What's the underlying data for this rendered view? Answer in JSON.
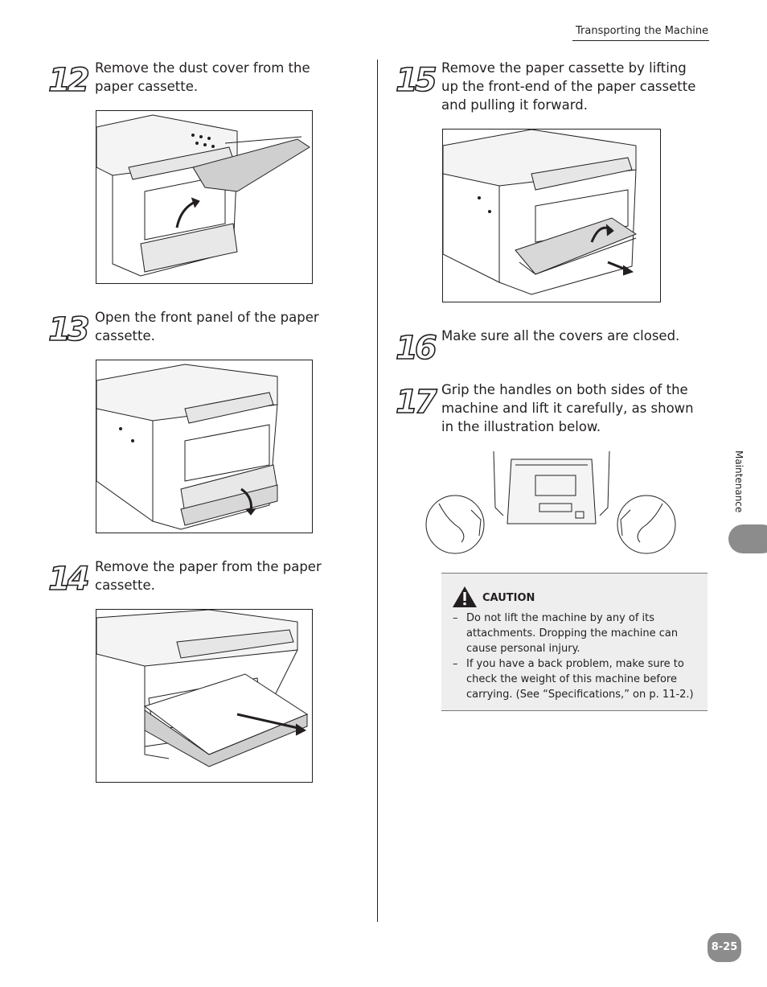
{
  "header": {
    "title": "Transporting the Machine"
  },
  "side_tab": {
    "label": "Maintenance"
  },
  "steps": [
    {
      "number": "12",
      "text": "Remove the dust cover from the paper cassette."
    },
    {
      "number": "13",
      "text": "Open the front panel of the paper cassette."
    },
    {
      "number": "14",
      "text": "Remove the paper from the paper cassette."
    },
    {
      "number": "15",
      "text": "Remove the paper cassette by lifting up the front-end of the paper cassette and pulling it forward."
    },
    {
      "number": "16",
      "text": "Make sure all the covers are closed."
    },
    {
      "number": "17",
      "text": "Grip the handles on both sides of the machine and lift it carefully, as shown in the illustration below."
    }
  ],
  "caution": {
    "title": "CAUTION",
    "items": [
      "Do not lift the machine by any of its attachments. Dropping the machine can cause personal injury.",
      "If you have a back problem, make sure to check the weight of this machine before carrying. (See “Specifications,” on p. 11-2.)"
    ]
  },
  "footer": {
    "page_number": "8-25"
  },
  "colors": {
    "tab_gray": "#8c8c8c",
    "caution_bg": "#eeeeee",
    "text": "#231f20"
  }
}
